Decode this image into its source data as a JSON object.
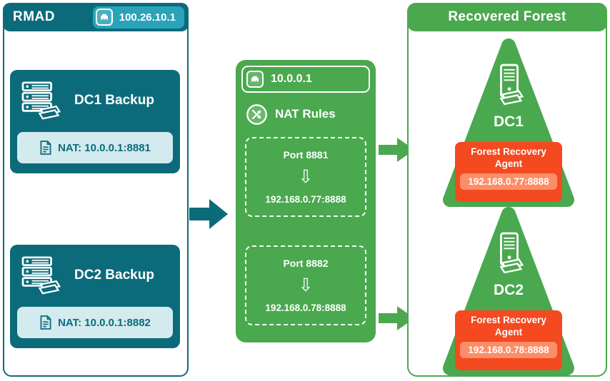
{
  "rmad": {
    "title": "RMAD",
    "ip": "100.26.10.1",
    "servers": [
      {
        "name": "DC1 Backup",
        "nat": "NAT: 10.0.0.1:8881"
      },
      {
        "name": "DC2 Backup",
        "nat": "NAT: 10.0.0.1:8882"
      }
    ]
  },
  "nat": {
    "ip": "10.0.0.1",
    "title": "NAT Rules",
    "rules": [
      {
        "port": "Port 8881",
        "target": "192.168.0.77:8888"
      },
      {
        "port": "Port 8882",
        "target": "192.168.0.78:8888"
      }
    ]
  },
  "forest": {
    "title": "Recovered Forest",
    "nodes": [
      {
        "name": "DC1",
        "agent": "Forest Recovery Agent",
        "endpoint": "192.168.0.77:8888"
      },
      {
        "name": "DC2",
        "agent": "Forest Recovery Agent",
        "endpoint": "192.168.0.78:8888"
      }
    ]
  },
  "icons": {
    "down_arrow": "⇩"
  },
  "colors": {
    "teal": "#0c6b7b",
    "teal_badge": "#2aa3b8",
    "teal_light": "#d3eaee",
    "green": "#4aa84e",
    "orange": "#f5491f",
    "orange_light": "#fb8e68"
  }
}
